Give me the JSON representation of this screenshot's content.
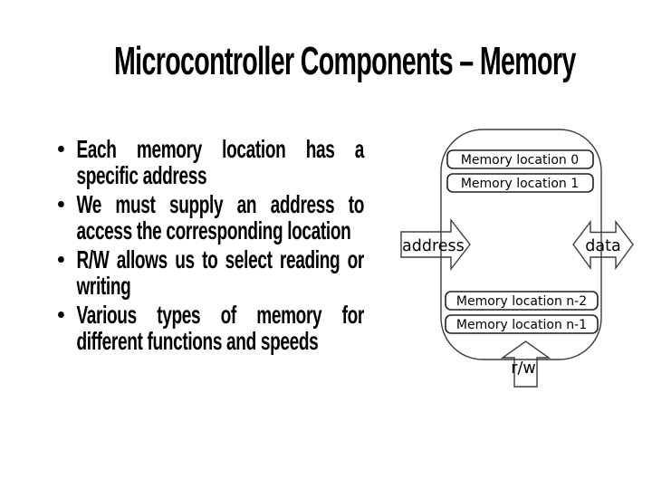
{
  "slide": {
    "title": "Microcontroller Components – Memory",
    "bullets": [
      "Each memory location has a specific address",
      "We must supply an address to access the corresponding location",
      "R/W allows us to select reading or writing",
      "Various types of memory for different functions and speeds"
    ]
  },
  "diagram": {
    "memory_cells": [
      "Memory location 0",
      "Memory location 1",
      "Memory location n-2",
      "Memory location n-1"
    ],
    "address_label": "address",
    "data_label": "data",
    "rw_label": "r/w",
    "colors": {
      "background": "#ffffff",
      "text": "#000000",
      "outline": "#3d3d3d"
    }
  }
}
